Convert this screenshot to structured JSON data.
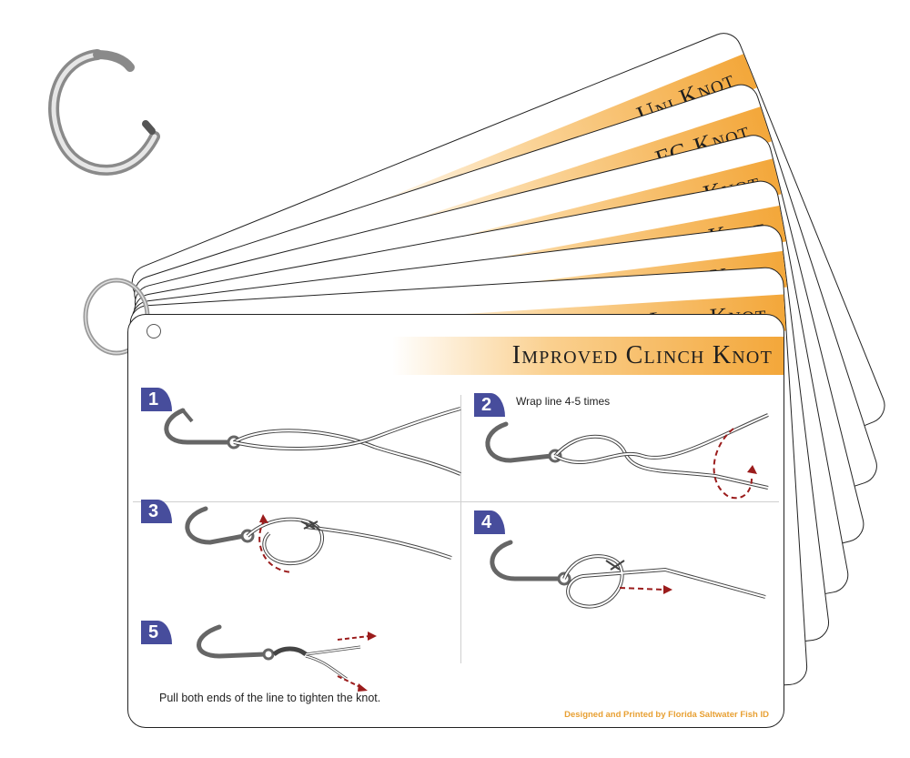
{
  "cards": [
    {
      "title": "Uni Knot"
    },
    {
      "title": "FG Knot"
    },
    {
      "title": "Beniamin Knot"
    },
    {
      "title": "Alberto Knot"
    },
    {
      "title": "Palomar Knot"
    },
    {
      "title": "Dropper Loop Knot"
    }
  ],
  "front": {
    "title": "Improved Clinch Knot",
    "steps": [
      {
        "number": "1",
        "note": ""
      },
      {
        "number": "2",
        "note": "Wrap line 4-5 times"
      },
      {
        "number": "3",
        "note": ""
      },
      {
        "number": "4",
        "note": ""
      },
      {
        "number": "5",
        "note": ""
      }
    ],
    "instruction": "Pull both ends of the line to tighten the knot.",
    "credit": "Designed and Printed by Florida Saltwater Fish ID"
  },
  "colors": {
    "band_orange": "#f3a73a",
    "step_badge": "#474d9c",
    "arrow_red": "#9b1c1c",
    "credit_orange": "#e8a033"
  },
  "icons": {
    "binder_ring": "binder-ring-icon",
    "hook": "fish-hook-icon",
    "arrow": "red-dashed-arrow-icon"
  }
}
